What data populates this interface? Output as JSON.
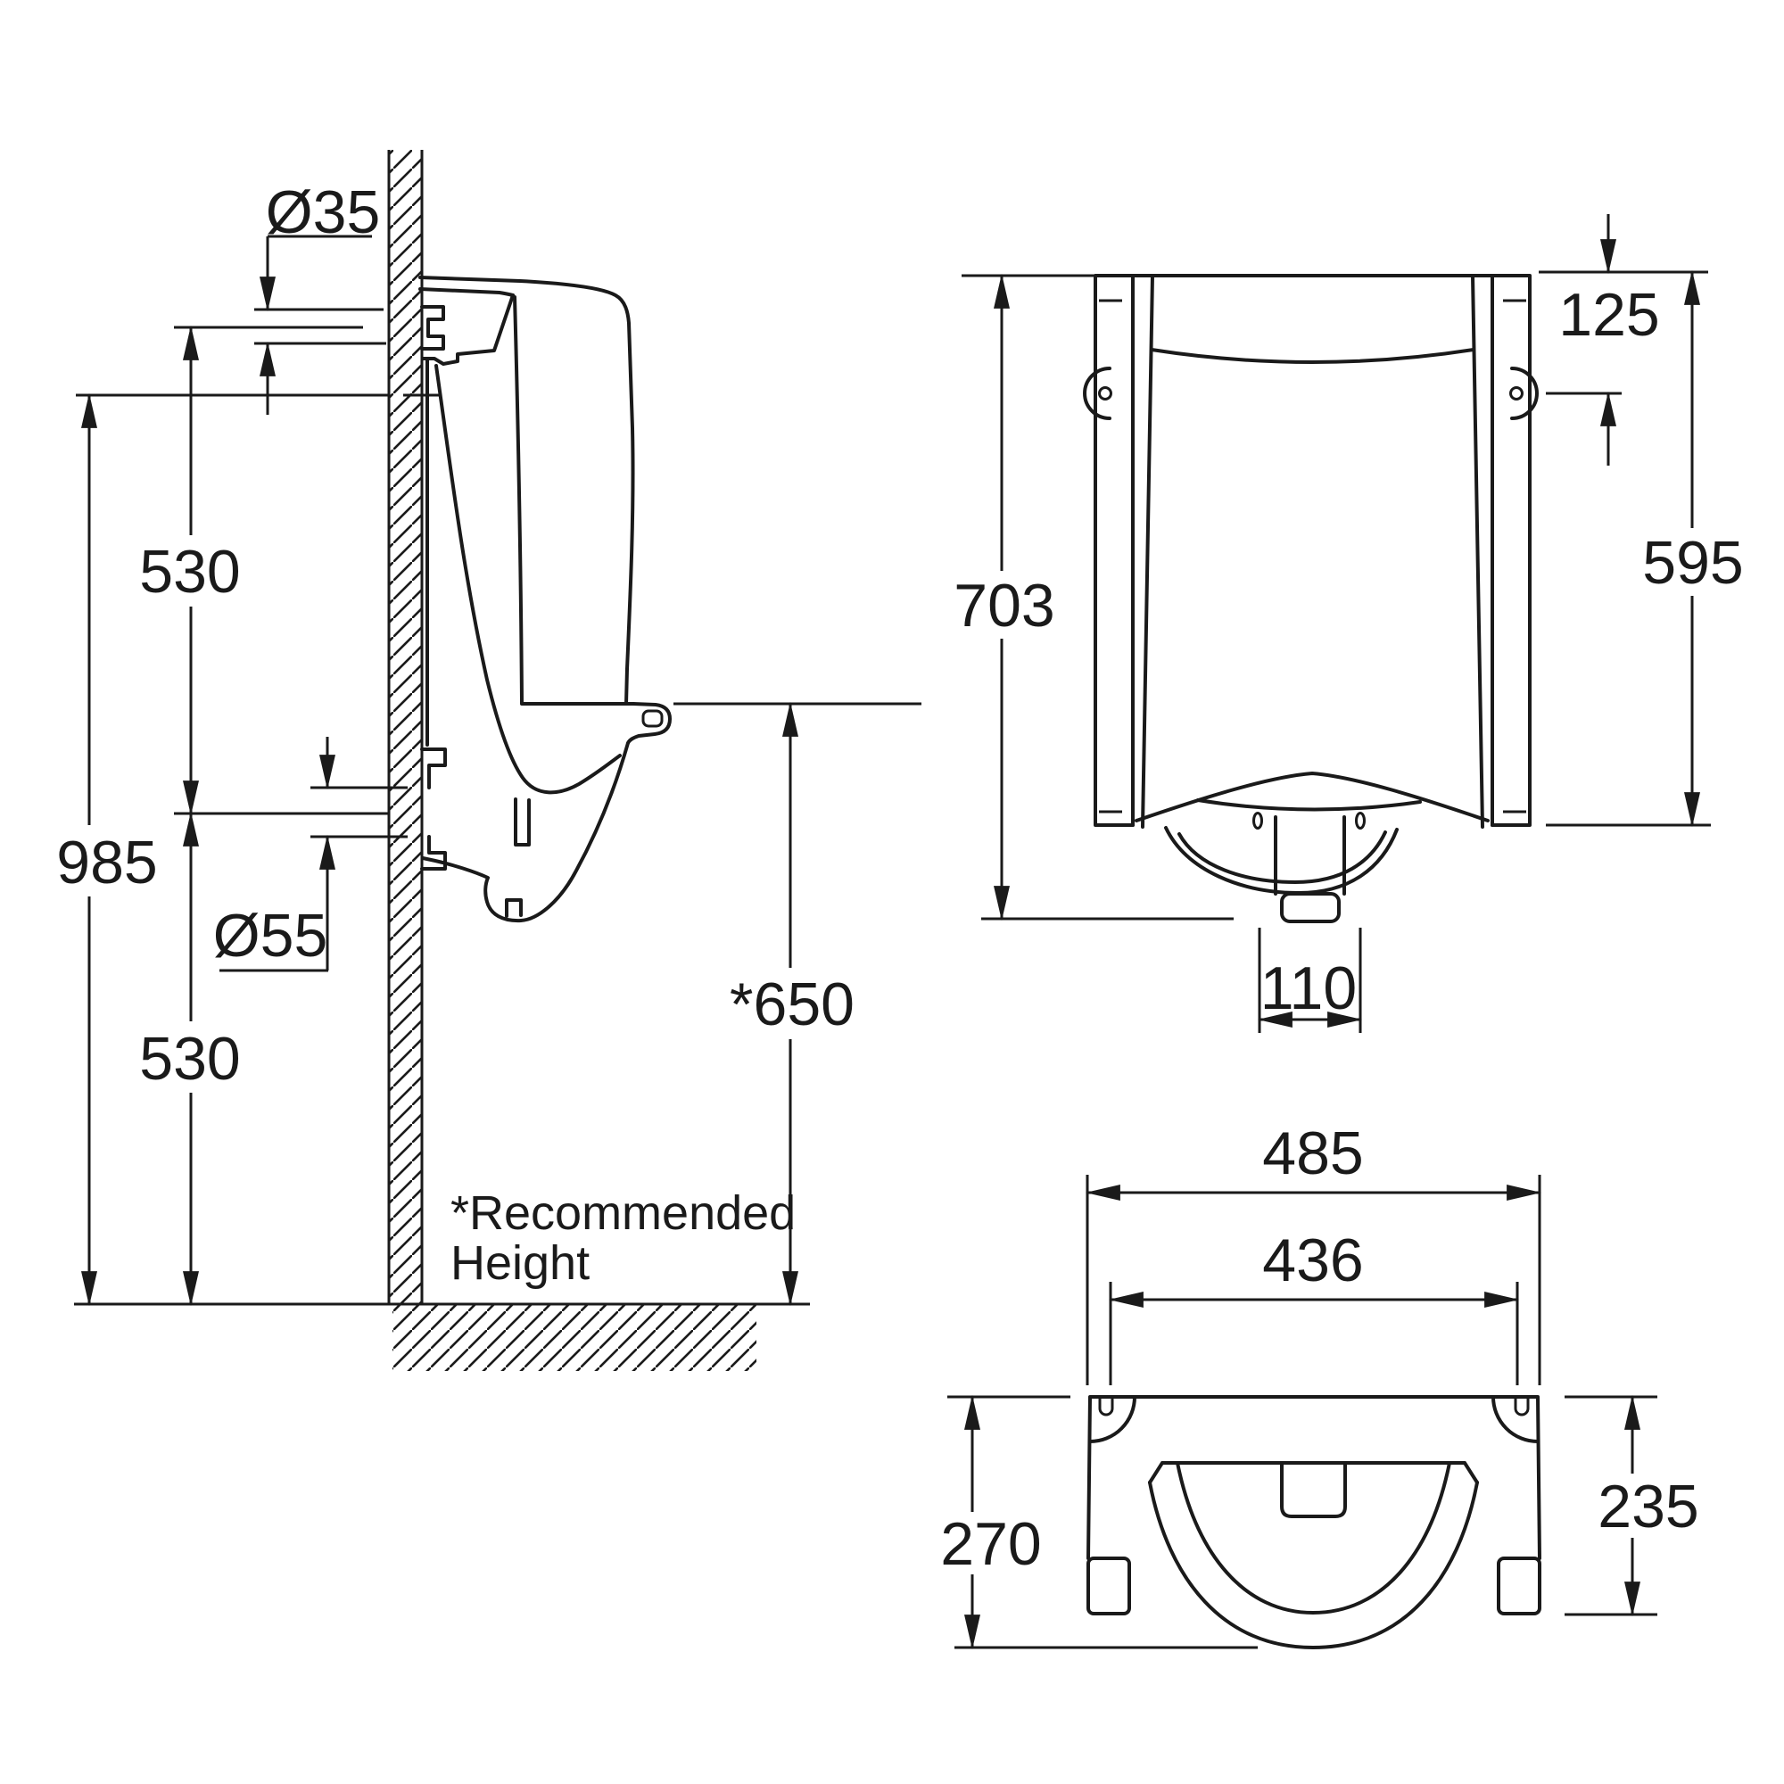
{
  "colors": {
    "ink": "#1a1a1a",
    "background": "#ffffff"
  },
  "side_view": {
    "note": {
      "line1": "*Recommended",
      "line2": "Height"
    },
    "dims": {
      "inlet_diameter": "Ø35",
      "inlet_to_outlet": "530",
      "rim_to_floor": "985",
      "outlet_diameter": "Ø55",
      "outlet_to_floor": "530",
      "recommended_height": "*650"
    }
  },
  "front_view": {
    "dims": {
      "total_height": "703",
      "top_to_hole": "125",
      "top_to_flange_bottom": "595",
      "outlet_width": "110"
    }
  },
  "plan_view": {
    "dims": {
      "overall_width": "485",
      "inner_width": "436",
      "total_depth": "270",
      "body_depth": "235"
    }
  }
}
